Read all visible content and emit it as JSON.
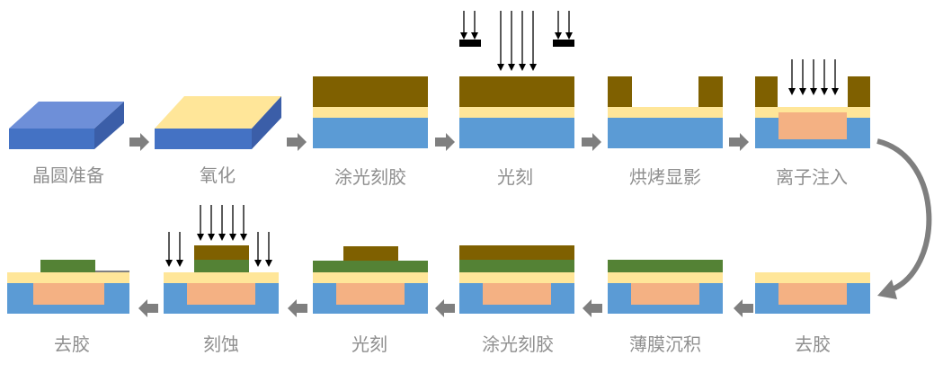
{
  "steps_row1": [
    "晶圆准备",
    "氧化",
    "涂光刻胶",
    "光刻",
    "烘烤显影",
    "离子注入"
  ],
  "steps_row2": [
    "去胶",
    "刻蚀",
    "光刻",
    "涂光刻胶",
    "薄膜沉积",
    "去胶"
  ],
  "colors": {
    "substrate": "#5b9bd5",
    "substrate_3d_top": "#6e8fd8",
    "substrate_3d_side": "#3b5ea8",
    "oxide": "#ffe699",
    "photoresist": "#7f6000",
    "implant": "#f4b183",
    "film": "#548235",
    "arrow": "#7f7f7f",
    "label": "#8f8f8f"
  }
}
